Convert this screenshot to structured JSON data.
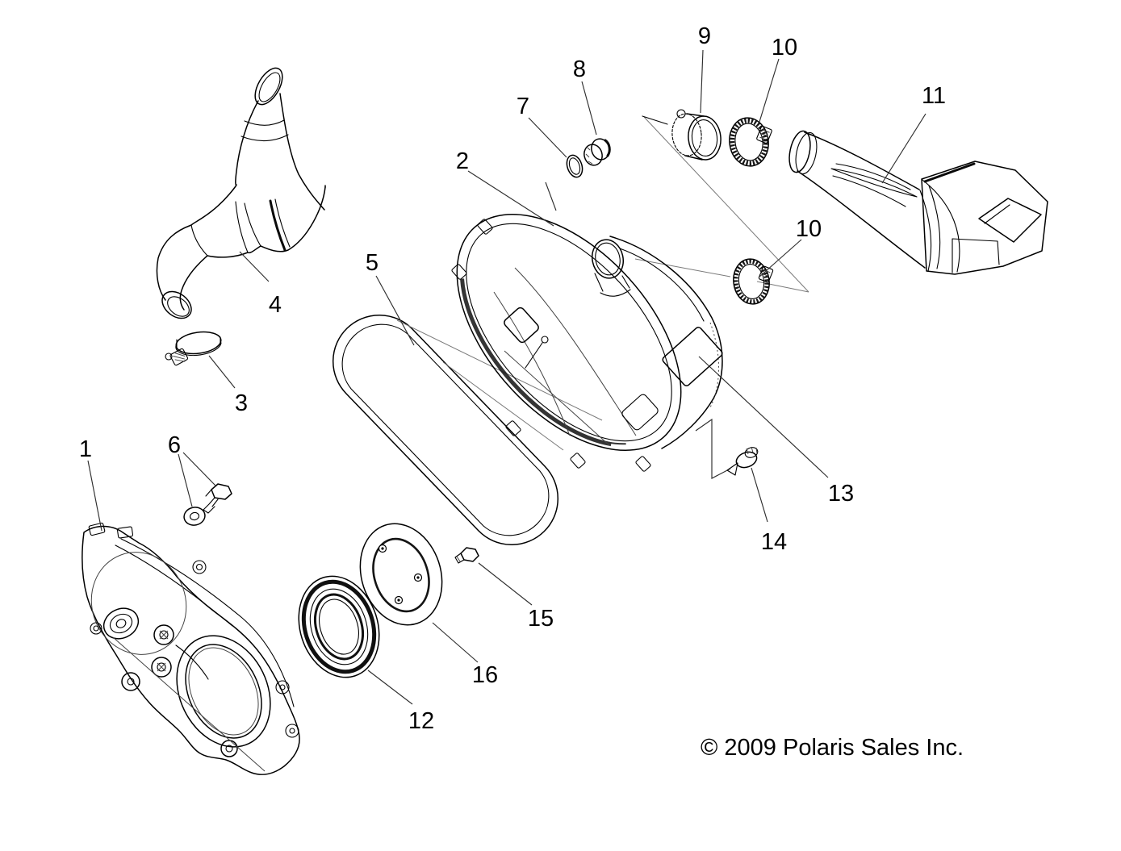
{
  "page": {
    "bg_color": "#ffffff",
    "line_color": "#000000",
    "leader_color": "#2e2e2e"
  },
  "callouts": {
    "p1": "1",
    "p2": "2",
    "p3": "3",
    "p4": "4",
    "p5": "5",
    "p6": "6",
    "p7": "7",
    "p8": "8",
    "p9": "9",
    "p10": "10",
    "p11": "11",
    "p12": "12",
    "p13": "13",
    "p14": "14",
    "p15": "15",
    "p16": "16"
  },
  "footer": {
    "copyright": "© 2009 Polaris Sales Inc."
  }
}
